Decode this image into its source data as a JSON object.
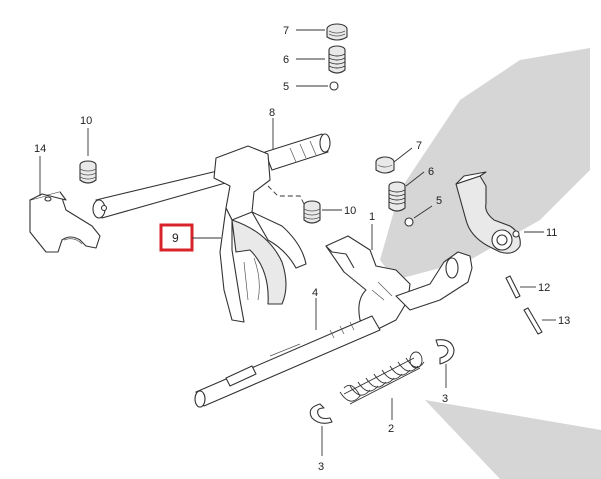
{
  "diagram": {
    "highlight_color": "#d9232a",
    "background_shape_color": "#d6d6d6",
    "callouts": [
      {
        "id": "c7a",
        "text": "7"
      },
      {
        "id": "c6a",
        "text": "6"
      },
      {
        "id": "c5a",
        "text": "5"
      },
      {
        "id": "c8",
        "text": "8"
      },
      {
        "id": "c10a",
        "text": "10"
      },
      {
        "id": "c14",
        "text": "14"
      },
      {
        "id": "c10b",
        "text": "10"
      },
      {
        "id": "c7b",
        "text": "7"
      },
      {
        "id": "c6b",
        "text": "6"
      },
      {
        "id": "c5b",
        "text": "5"
      },
      {
        "id": "c1",
        "text": "1"
      },
      {
        "id": "c11",
        "text": "11"
      },
      {
        "id": "c12",
        "text": "12"
      },
      {
        "id": "c13",
        "text": "13"
      },
      {
        "id": "c4",
        "text": "4"
      },
      {
        "id": "c3a",
        "text": "3"
      },
      {
        "id": "c2",
        "text": "2"
      },
      {
        "id": "c3b",
        "text": "3"
      }
    ],
    "selected_callout": {
      "text": "9"
    }
  }
}
